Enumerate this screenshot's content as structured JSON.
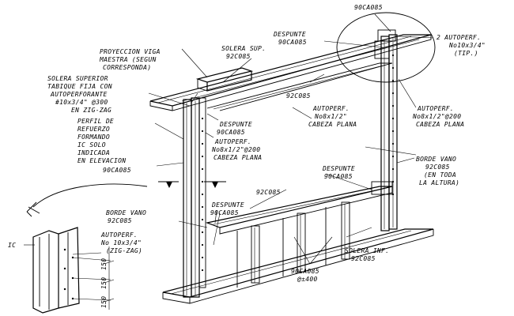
{
  "labels": {
    "top_code": "90CA085",
    "despunte_top": [
      "DESPUNTE",
      "90CA085"
    ],
    "autoperf_top": [
      "2 AUTOPERF.",
      "No10x3/4\"",
      "(TIP.)"
    ],
    "proyeccion": [
      "PROYECCION VIGA",
      "MAESTRA (SEGUN",
      "CORRESPONDA)"
    ],
    "solera_sup": [
      "SOLERA SUP.",
      "92C085"
    ],
    "solera_superior": [
      "SOLERA SUPERIOR",
      "TABIQUE FIJA CON",
      "AUTOPERFORANTE",
      "#10x3/4\" @300",
      "EN ZIG-ZAG"
    ],
    "c92_top": "92C085",
    "autoperf_mid": [
      "AUTOPERF.",
      "No8x1/2\"",
      "CABEZA PLANA"
    ],
    "autoperf_right": [
      "AUTOPERF.",
      "No8x1/2\"@200",
      "CABEZA PLANA"
    ],
    "perfil": [
      "PERFIL DE",
      "REFUERZO",
      "FORMANDO",
      "IC SOLO",
      "INDICADA",
      "EN ELEVACION"
    ],
    "despunte_left": [
      "DESPUNTE",
      "90CA085"
    ],
    "autoperf_left": [
      "AUTOPERF.",
      "No8x1/2\"@200",
      "CABEZA PLANA"
    ],
    "ca90_left": "90CA085",
    "borde_right": [
      "BORDE VANO",
      "92C085",
      "(EN TODA",
      "LA ALTURA)"
    ],
    "despunte_mid": [
      "DESPUNTE",
      "90CA085"
    ],
    "c92_mid": "92C085",
    "borde_left": [
      "BORDE VANO",
      "92C085"
    ],
    "despunte_low": [
      "DESPUNTE",
      "90CA085"
    ],
    "ic": "IC",
    "autoperf_detail": [
      "AUTOPERF.",
      "No 10x3/4\"",
      "(ZIG-ZAG)"
    ],
    "dims": [
      "150",
      "150",
      "150"
    ],
    "solera_inf": [
      "SOLERA INF.",
      "92C085"
    ],
    "ca90_bottom": [
      "90CA085",
      "@±400"
    ]
  }
}
